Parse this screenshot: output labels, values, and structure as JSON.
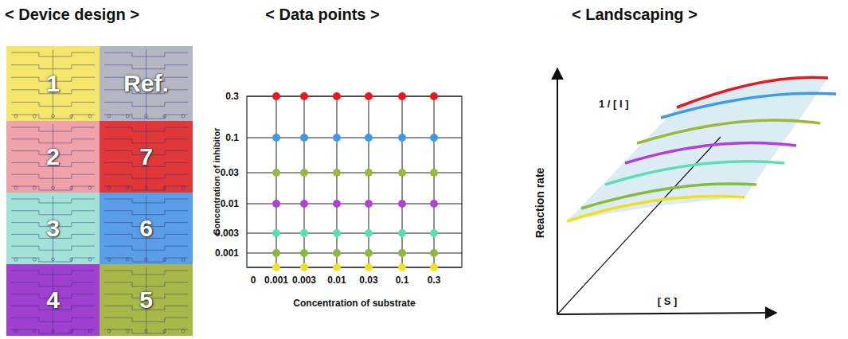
{
  "diagram": {
    "nodes": [
      {
        "text": [
          "1"
        ]
      },
      {
        "text": [
          "Ref."
        ]
      },
      {
        "text": [
          "2"
        ]
      },
      {
        "text": [
          "7"
        ]
      },
      {
        "text": [
          "3"
        ]
      },
      {
        "text": [
          "6"
        ]
      },
      {
        "text": [
          "4"
        ]
      },
      {
        "text": [
          "5"
        ]
      }
    ],
    "labels": [
      "< Device design >",
      "< Data points >",
      "< Landscaping >",
      "0.3",
      "0.1",
      "0.03",
      "0.01",
      "0.003",
      "0.001",
      "0",
      "0.001",
      "0.003",
      "0.01",
      "0.03",
      "0.1",
      "0.3",
      "Concentration of inhibitor",
      "Concentration of substrate",
      "1 / [ I ]",
      "Reaction rate",
      "[ S ]"
    ]
  }
}
